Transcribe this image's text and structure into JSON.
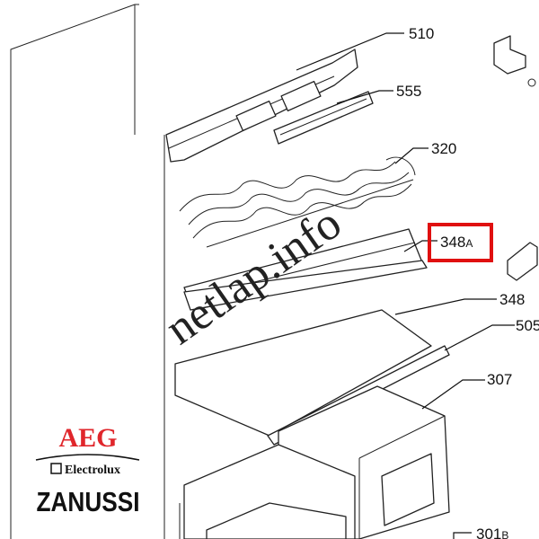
{
  "diagram": {
    "part_labels": [
      {
        "id": "510"
      },
      {
        "id": "555"
      },
      {
        "id": "320"
      },
      {
        "id": "348",
        "suffix": "A",
        "highlighted": true
      },
      {
        "id": "348"
      },
      {
        "id": "505"
      },
      {
        "id": "307"
      },
      {
        "id": "301",
        "suffix": "B"
      }
    ],
    "highlight_color": "#e01010",
    "watermark": "netlap.info"
  },
  "brands": {
    "aeg": "AEG",
    "aeg_color": "#e0262b",
    "electrolux": "Electrolux",
    "zanussi": "ZANUSSI"
  }
}
